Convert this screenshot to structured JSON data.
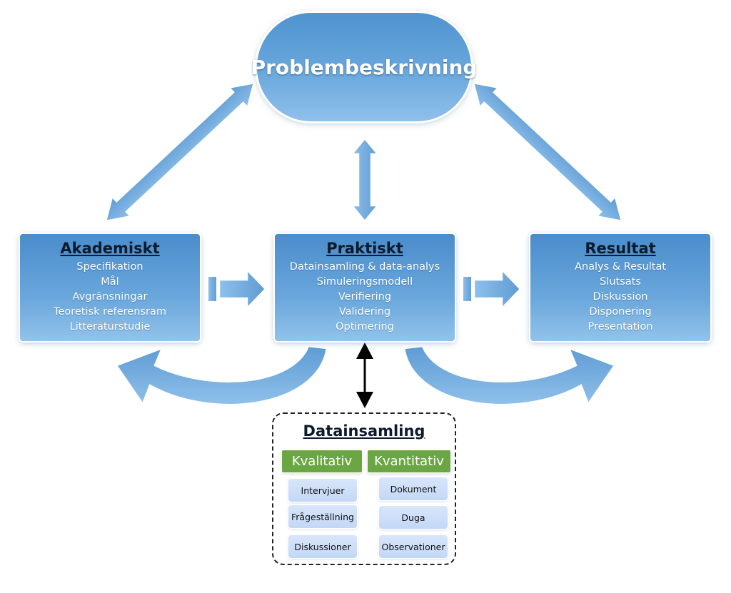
{
  "top": {
    "title": "Problembeskrivning"
  },
  "left": {
    "title": "Akademiskt",
    "items": [
      "Specifikation",
      "Mål",
      "Avgränsningar",
      "Teoretisk referensram",
      "Litteraturstudie"
    ]
  },
  "center": {
    "title": "Praktiskt",
    "items": [
      "Datainsamling & data-analys",
      "Simuleringsmodell",
      "Verifiering",
      "Validering",
      "Optimering"
    ]
  },
  "right": {
    "title": "Resultat",
    "items": [
      "Analys & Resultat",
      "Slutsats",
      "Diskussion",
      "Disponering",
      "Presentation"
    ]
  },
  "data_collection": {
    "title": "Datainsamling",
    "qualitative": {
      "label": "Kvalitativ",
      "items": [
        "Intervjuer",
        "Frågeställning",
        "Diskussioner"
      ]
    },
    "quantitative": {
      "label": "Kvantitativ",
      "items": [
        "Dokument",
        "Duga",
        "Observationer"
      ]
    }
  },
  "colors": {
    "box_blue": "#5b9bd5",
    "arrow_blue": "#6fa8dc",
    "category_green": "#6aa644",
    "chip_blue": "#cfdff8"
  }
}
